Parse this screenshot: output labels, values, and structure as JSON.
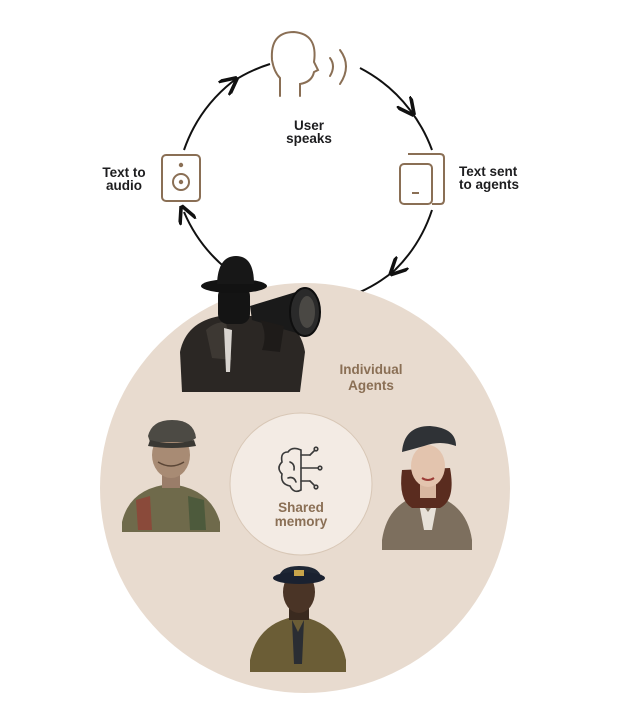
{
  "cycle": {
    "user_speaks": [
      "User",
      "speaks"
    ],
    "text_sent": [
      "Text sent",
      "to agents"
    ],
    "text_to_audio": [
      "Text to",
      "audio"
    ]
  },
  "agents_label": [
    "Individual",
    "Agents"
  ],
  "shared_memory": [
    "Shared",
    "memory"
  ],
  "icons": {
    "speaking_head": "speaking-head-icon",
    "phone": "phone-icon",
    "speaker": "speaker-icon",
    "brain_circuit": "brain-circuit-icon"
  },
  "colors": {
    "outer_circle": "#e8dbcf",
    "inner_circle": "#f3ebe4",
    "icon_stroke": "#8a6f55",
    "arrow": "#111111",
    "label_brown": "#8a6f55"
  }
}
